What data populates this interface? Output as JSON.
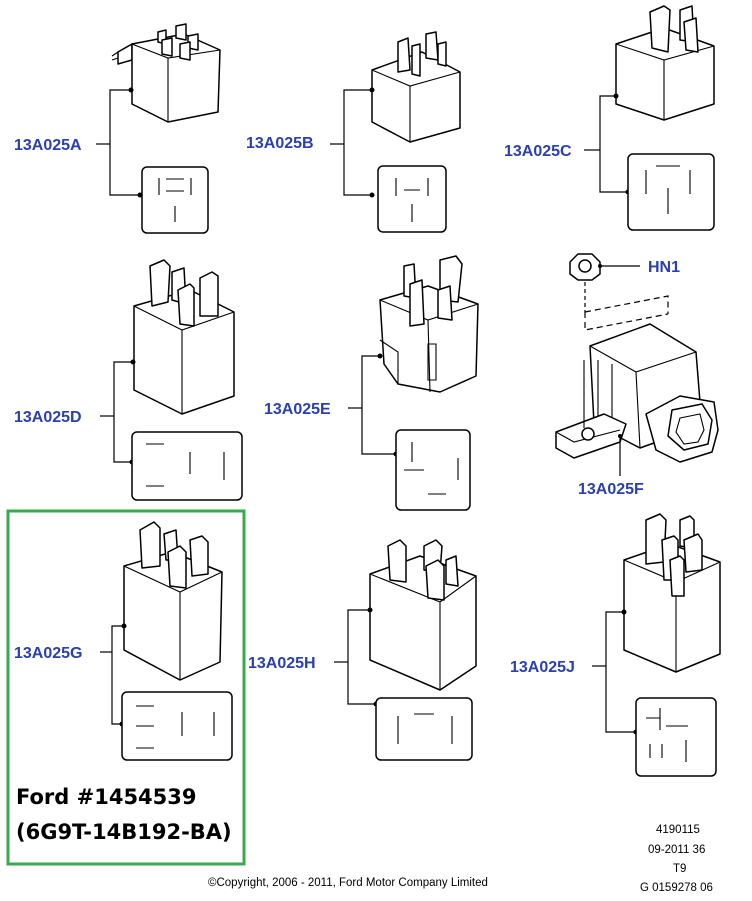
{
  "parts": [
    {
      "id": "A",
      "label": "13A025A"
    },
    {
      "id": "B",
      "label": "13A025B"
    },
    {
      "id": "C",
      "label": "13A025C"
    },
    {
      "id": "D",
      "label": "13A025D"
    },
    {
      "id": "E",
      "label": "13A025E"
    },
    {
      "id": "F",
      "label": "13A025F"
    },
    {
      "id": "G",
      "label": "13A025G"
    },
    {
      "id": "H",
      "label": "13A025H"
    },
    {
      "id": "J",
      "label": "13A025J"
    }
  ],
  "hardware": {
    "nut_label": "HN1"
  },
  "highlight": {
    "line1": "Ford #1454539",
    "line2": "(6G9T-14B192-BA)",
    "color": "#3aa84f"
  },
  "reference": {
    "line1": "4190115",
    "line2": "09-2011 36",
    "line3": "T9",
    "line4": "G 0159278 06"
  },
  "copyright": "©Copyright, 2006 - 2011, Ford Motor Company Limited",
  "colors": {
    "label": "#2a3fb0",
    "frame": "#3aa84f"
  }
}
